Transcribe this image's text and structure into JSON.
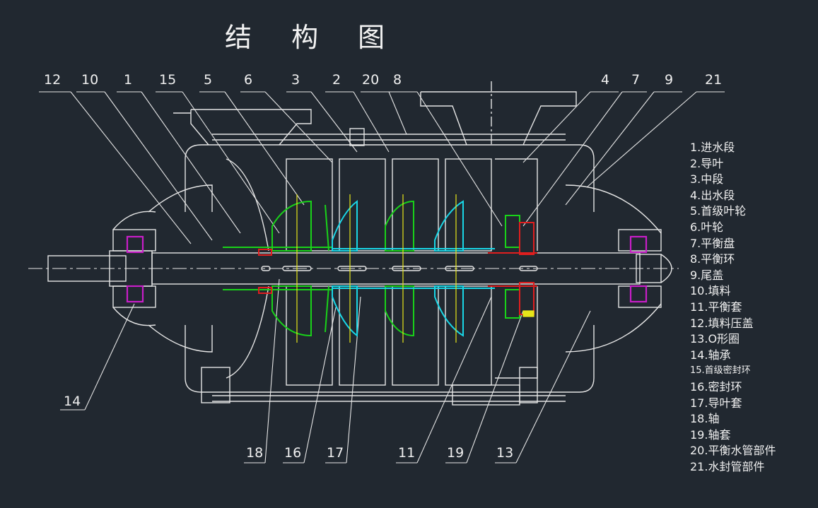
{
  "title": "结 构 图",
  "callouts": {
    "top": [
      "12",
      "10",
      "1",
      "15",
      "5",
      "6",
      "3",
      "2",
      "20",
      "8",
      "4",
      "7",
      "9",
      "21"
    ],
    "bottom": [
      "18",
      "16",
      "17",
      "11",
      "19",
      "13"
    ],
    "left": [
      "14"
    ]
  },
  "legend": [
    "1.进水段",
    "2.导叶",
    "3.中段",
    "4.出水段",
    "5.首级叶轮",
    "6.叶轮",
    "7.平衡盘",
    "8.平衡环",
    "9.尾盖",
    "10.填料",
    "11.平衡套",
    "12.填料压盖",
    "13.O形圈",
    "14.轴承",
    "15.首级密封环",
    "16.密封环",
    "17.导叶套",
    "18.轴",
    "19.轴套",
    "20.平衡水管部件",
    "21.水封管部件"
  ],
  "colors": {
    "background": "#212830",
    "line": "#e6e6e6",
    "impeller": "#19d219",
    "guide_vane": "#19d6e6",
    "balance": "#e01e1e",
    "bearing": "#c81ec8",
    "seal": "#e6e619"
  }
}
